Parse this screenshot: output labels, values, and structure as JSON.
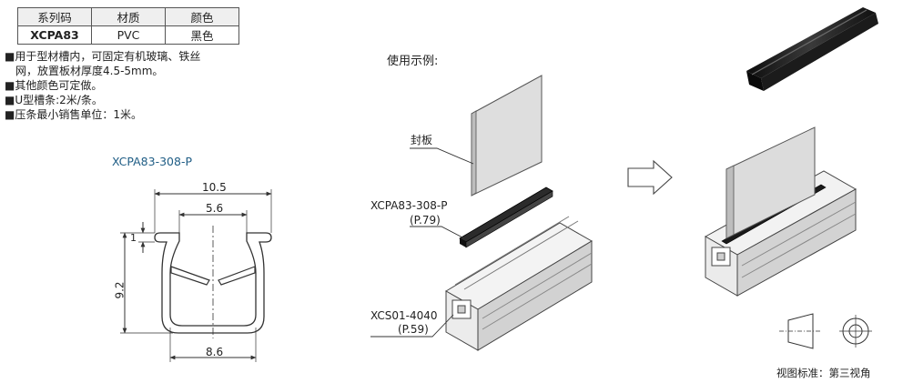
{
  "spec_table": {
    "headers": [
      "系列码",
      "材质",
      "颜色"
    ],
    "row": [
      "XCPA83",
      "PVC",
      "黑色"
    ]
  },
  "notes": [
    "■用于型材槽内，可固定有机玻璃、铁丝",
    "网，放置板材厚度4.5-5mm。",
    "■其他颜色可定做。",
    "■U型槽条:2米/条。",
    "■压条最小销售单位：1米。"
  ],
  "drawing": {
    "part_no": "XCPA83-308-P",
    "dim_top_width": "10.5",
    "dim_opening": "5.6",
    "dim_lip": "1",
    "dim_height": "9.2",
    "dim_bottom_width": "8.6"
  },
  "example": {
    "title": "使用示例:",
    "panel_label": "封板",
    "strip_part": "XCPA83-308-P",
    "strip_page": "(P.79)",
    "profile_part": "XCS01-4040",
    "profile_page": "(P.59)"
  },
  "view_standard": "视图标准：第三视角",
  "colors": {
    "part_title": "#1f5d85",
    "strip": "#1a1a1a",
    "panel": "#dcdcdc"
  }
}
